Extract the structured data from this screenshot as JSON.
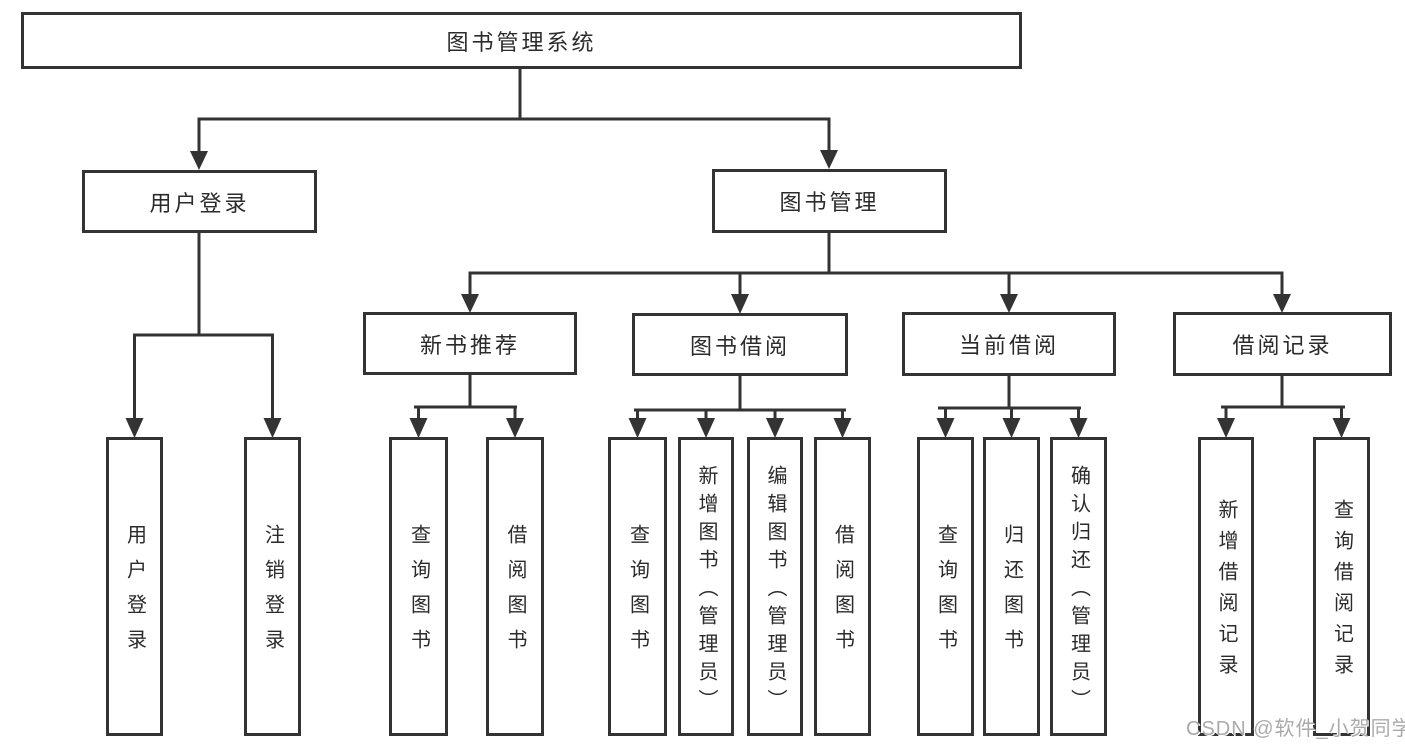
{
  "diagram_title": "图书管理系统",
  "colors": {
    "line": "#333333",
    "text": "#2b2b2b",
    "background": "#ffffff",
    "watermark": "#aaaaaa"
  },
  "watermark": "CSDN @软件_小贺同学",
  "tree": {
    "root": "图书管理系统",
    "children": [
      {
        "label": "用户登录",
        "children": [
          "用户登录",
          "注销登录"
        ]
      },
      {
        "label": "图书管理",
        "children": [
          {
            "label": "新书推荐",
            "children": [
              "查询图书",
              "借阅图书"
            ]
          },
          {
            "label": "图书借阅",
            "children": [
              "查询图书",
              "新增图书（管理员）",
              "编辑图书（管理员）",
              "借阅图书"
            ]
          },
          {
            "label": "当前借阅",
            "children": [
              "查询图书",
              "归还图书",
              "确认归还（管理员）"
            ]
          },
          {
            "label": "借阅记录",
            "children": [
              "新增借阅记录",
              "查询借阅记录"
            ]
          }
        ]
      }
    ]
  }
}
